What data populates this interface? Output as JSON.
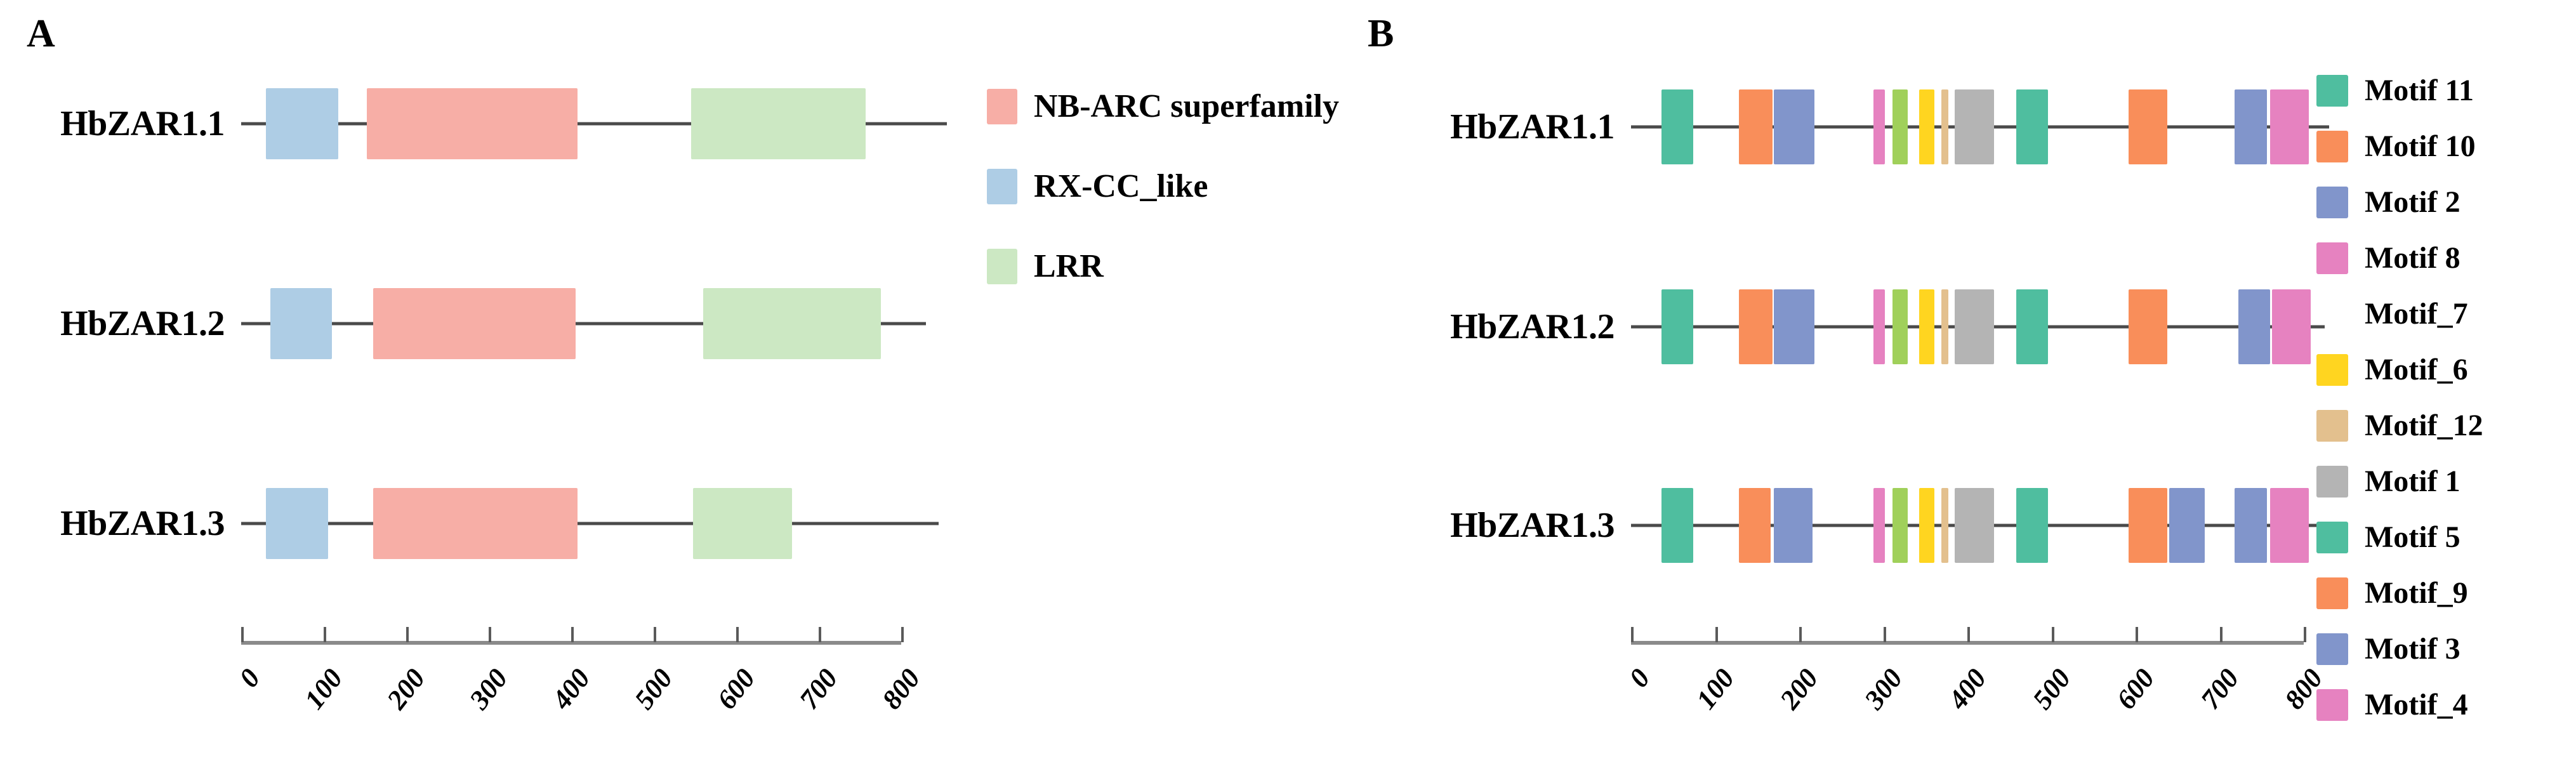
{
  "figure": {
    "panels": [
      {
        "letter": "A",
        "axis": {
          "min": 0,
          "max": 800,
          "ticks": [
            0,
            100,
            200,
            300,
            400,
            500,
            600,
            700,
            800
          ],
          "tick_labels": [
            "0",
            "100",
            "200",
            "300",
            "400",
            "500",
            "600",
            "700",
            "800"
          ]
        },
        "legend_title": "",
        "legend": [
          {
            "label": "NB-ARC superfamily",
            "color": "#F7AEA6"
          },
          {
            "label": "RX-CC_like",
            "color": "#AECDE5"
          },
          {
            "label": "LRR",
            "color": "#CCE8C3"
          }
        ],
        "tracks": [
          {
            "label": "HbZAR1.1",
            "length": 855,
            "domains": [
              {
                "name": "RX-CC_like",
                "start": 30,
                "end": 118,
                "color": "#AECDE5"
              },
              {
                "name": "NB-ARC superfamily",
                "start": 152,
                "end": 408,
                "color": "#F7AEA6"
              },
              {
                "name": "LRR",
                "start": 545,
                "end": 757,
                "color": "#CCE8C3"
              }
            ]
          },
          {
            "label": "HbZAR1.2",
            "length": 830,
            "domains": [
              {
                "name": "RX-CC_like",
                "start": 35,
                "end": 110,
                "color": "#AECDE5"
              },
              {
                "name": "NB-ARC superfamily",
                "start": 160,
                "end": 405,
                "color": "#F7AEA6"
              },
              {
                "name": "LRR",
                "start": 560,
                "end": 775,
                "color": "#CCE8C3"
              }
            ]
          },
          {
            "label": "HbZAR1.3",
            "length": 845,
            "domains": [
              {
                "name": "RX-CC_like",
                "start": 30,
                "end": 105,
                "color": "#AECDE5"
              },
              {
                "name": "NB-ARC superfamily",
                "start": 160,
                "end": 408,
                "color": "#F7AEA6"
              },
              {
                "name": "LRR",
                "start": 548,
                "end": 668,
                "color": "#CCE8C3"
              }
            ]
          }
        ]
      },
      {
        "letter": "B",
        "axis": {
          "min": 0,
          "max": 800,
          "ticks": [
            0,
            100,
            200,
            300,
            400,
            500,
            600,
            700,
            800
          ],
          "tick_labels": [
            "0",
            "100",
            "200",
            "300",
            "400",
            "500",
            "600",
            "700",
            "800"
          ]
        },
        "legend_title": "",
        "legend": [
          {
            "label": "Motif  11",
            "color": "#4FBE9F"
          },
          {
            "label": "Motif  10",
            "color": "#F98E5A"
          },
          {
            "label": "Motif  2",
            "color": "#8195CB"
          },
          {
            "label": "Motif  8",
            "color": "#E682C0"
          },
          {
            "label": "Motif_7",
            "color": "#9BD council"
          },
          {
            "label": "Motif_6",
            "color": "#FFD520"
          },
          {
            "label": "Motif_12",
            "color": "#E3C08E"
          },
          {
            "label": "Motif  1",
            "color": "#B4B4B4"
          },
          {
            "label": "Motif  5",
            "color": "#4FBE9F"
          },
          {
            "label": "Motif_9",
            "color": "#F98E5A"
          },
          {
            "label": "Motif  3",
            "color": "#8195CB"
          },
          {
            "label": "Motif_4",
            "color": "#E682C0"
          }
        ],
        "tracks": [
          {
            "label": "HbZAR1.1",
            "length": 830,
            "motifs": [
              {
                "name": "Motif  11",
                "start": 36,
                "end": 74,
                "color": "#4FBE9F"
              },
              {
                "name": "Motif  10",
                "start": 128,
                "end": 168,
                "color": "#F98E5A"
              },
              {
                "name": "Motif  2",
                "start": 170,
                "end": 218,
                "color": "#8195CB"
              },
              {
                "name": "Motif  8",
                "start": 288,
                "end": 302,
                "color": "#E682C0"
              },
              {
                "name": "Motif_7",
                "start": 311,
                "end": 329,
                "color": "#A0D05A"
              },
              {
                "name": "Motif_6",
                "start": 343,
                "end": 361,
                "color": "#FFD520"
              },
              {
                "name": "Motif_12",
                "start": 369,
                "end": 377,
                "color": "#E3C08E"
              },
              {
                "name": "Motif  1",
                "start": 385,
                "end": 432,
                "color": "#B4B4B4"
              },
              {
                "name": "Motif  5",
                "start": 458,
                "end": 496,
                "color": "#4FBE9F"
              },
              {
                "name": "Motif_9",
                "start": 592,
                "end": 638,
                "color": "#F98E5A"
              },
              {
                "name": "Motif  3",
                "start": 718,
                "end": 756,
                "color": "#8195CB"
              },
              {
                "name": "Motif_4",
                "start": 760,
                "end": 806,
                "color": "#E682C0"
              }
            ]
          },
          {
            "label": "HbZAR1.2",
            "length": 825,
            "motifs": [
              {
                "name": "Motif  11",
                "start": 36,
                "end": 74,
                "color": "#4FBE9F"
              },
              {
                "name": "Motif  10",
                "start": 128,
                "end": 168,
                "color": "#F98E5A"
              },
              {
                "name": "Motif  2",
                "start": 170,
                "end": 218,
                "color": "#8195CB"
              },
              {
                "name": "Motif  8",
                "start": 288,
                "end": 302,
                "color": "#E682C0"
              },
              {
                "name": "Motif_7",
                "start": 311,
                "end": 329,
                "color": "#A0D05A"
              },
              {
                "name": "Motif_6",
                "start": 343,
                "end": 361,
                "color": "#FFD520"
              },
              {
                "name": "Motif_12",
                "start": 369,
                "end": 377,
                "color": "#E3C08E"
              },
              {
                "name": "Motif  1",
                "start": 385,
                "end": 432,
                "color": "#B4B4B4"
              },
              {
                "name": "Motif  5",
                "start": 458,
                "end": 496,
                "color": "#4FBE9F"
              },
              {
                "name": "Motif_9",
                "start": 592,
                "end": 638,
                "color": "#F98E5A"
              },
              {
                "name": "Motif  3",
                "start": 722,
                "end": 760,
                "color": "#8195CB"
              },
              {
                "name": "Motif_4",
                "start": 762,
                "end": 808,
                "color": "#E682C0"
              }
            ]
          },
          {
            "label": "HbZAR1.3",
            "length": 820,
            "motifs": [
              {
                "name": "Motif  11",
                "start": 36,
                "end": 74,
                "color": "#4FBE9F"
              },
              {
                "name": "Motif  10",
                "start": 128,
                "end": 166,
                "color": "#F98E5A"
              },
              {
                "name": "Motif  2",
                "start": 170,
                "end": 216,
                "color": "#8195CB"
              },
              {
                "name": "Motif  8",
                "start": 288,
                "end": 302,
                "color": "#E682C0"
              },
              {
                "name": "Motif_7",
                "start": 311,
                "end": 329,
                "color": "#A0D05A"
              },
              {
                "name": "Motif_6",
                "start": 343,
                "end": 361,
                "color": "#FFD520"
              },
              {
                "name": "Motif_12",
                "start": 369,
                "end": 377,
                "color": "#E3C08E"
              },
              {
                "name": "Motif  1",
                "start": 385,
                "end": 432,
                "color": "#B4B4B4"
              },
              {
                "name": "Motif  5",
                "start": 458,
                "end": 496,
                "color": "#4FBE9F"
              },
              {
                "name": "Motif_9",
                "start": 592,
                "end": 638,
                "color": "#F98E5A"
              },
              {
                "name": "Motif  3",
                "start": 640,
                "end": 682,
                "color": "#8195CB"
              },
              {
                "name": "Motif  3",
                "start": 718,
                "end": 756,
                "color": "#8195CB"
              },
              {
                "name": "Motif_4",
                "start": 760,
                "end": 806,
                "color": "#E682C0"
              }
            ]
          }
        ]
      }
    ]
  },
  "chart_data": {
    "type": "diagram",
    "title": "",
    "subtitle": "",
    "description": "Protein domain architecture (A) and conserved motif composition (B) of three HbZAR1 proteins",
    "xlabel": "",
    "ylabel": "",
    "xlim": [
      0,
      800
    ],
    "grid": false,
    "legend_position": "right",
    "panels": [
      "A",
      "B"
    ],
    "categories": [
      "HbZAR1.1",
      "HbZAR1.2",
      "HbZAR1.3"
    ],
    "panel_a_domains": [
      "NB-ARC superfamily",
      "RX-CC_like",
      "LRR"
    ],
    "panel_b_motifs": [
      "Motif  11",
      "Motif  10",
      "Motif  2",
      "Motif  8",
      "Motif_7",
      "Motif_6",
      "Motif_12",
      "Motif  1",
      "Motif  5",
      "Motif_9",
      "Motif  3",
      "Motif_4"
    ]
  }
}
